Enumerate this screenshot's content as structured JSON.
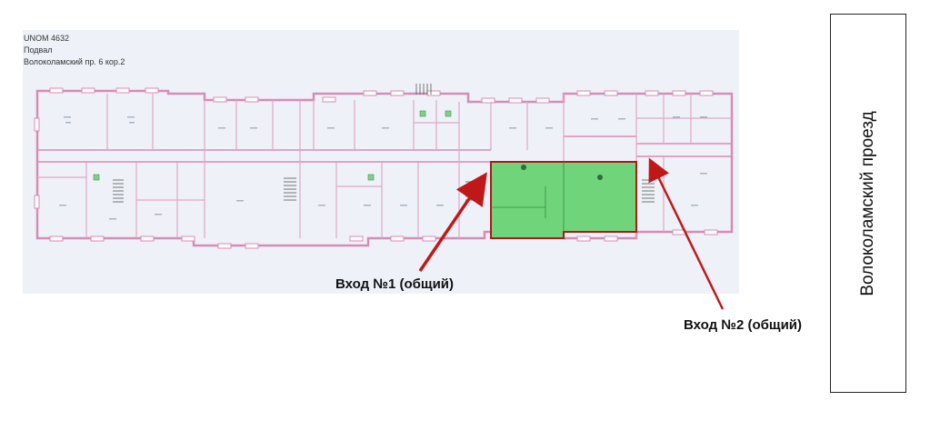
{
  "header": {
    "unom": "UNOM 4632",
    "floor": "Подвал",
    "address": "Волоколамский пр. 6 кор.2"
  },
  "labels": {
    "entrance1": "Вход №1 (общий)",
    "entrance2": "Вход №2 (общий)"
  },
  "street": {
    "name": "Волоколамский проезд"
  },
  "colors": {
    "walls": "#d98ab5",
    "highlight_fill": "#6fd47a",
    "highlight_border": "#b01818",
    "arrow": "#c01818",
    "plan_background": "#eef2f8"
  }
}
